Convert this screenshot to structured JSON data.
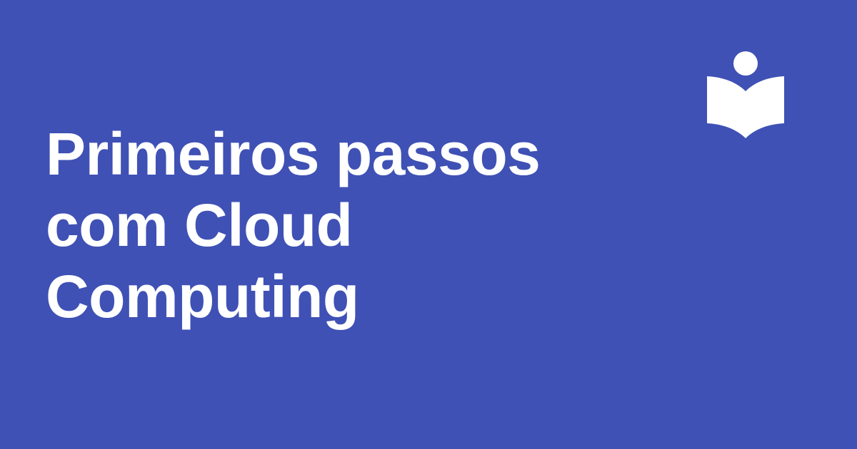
{
  "card": {
    "background_color": "#3f51b5",
    "text_color": "#ffffff"
  },
  "title": {
    "lines": [
      "Primeiros passos",
      "com Cloud",
      "Computing"
    ]
  },
  "logo": {
    "icon": "person-reading-book-icon",
    "color": "#ffffff"
  }
}
